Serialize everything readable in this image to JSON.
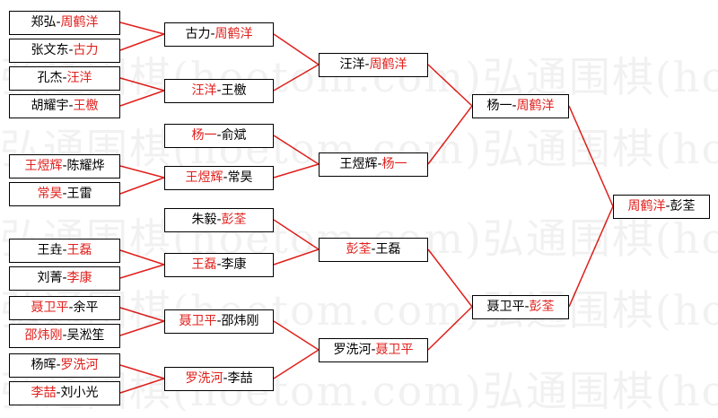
{
  "colors": {
    "winner": "#e0201c",
    "line": "#e0201c",
    "border": "#000000",
    "text": "#000000"
  },
  "watermark": "弘通围棋(hoetom.com)弘通围棋(hoetom.com)弘通围棋",
  "rounds": [
    {
      "name": "r1",
      "matches": [
        {
          "a": "郑弘",
          "b": "周鹤洋",
          "winner": "b"
        },
        {
          "a": "张文东",
          "b": "古力",
          "winner": "b"
        },
        {
          "a": "孔杰",
          "b": "汪洋",
          "winner": "b"
        },
        {
          "a": "胡耀宇",
          "b": "王檄",
          "winner": "b"
        },
        {
          "a": "王煜辉",
          "b": "陈耀烨",
          "winner": "a"
        },
        {
          "a": "常昊",
          "b": "王雷",
          "winner": "a"
        },
        {
          "a": "王垚",
          "b": "王磊",
          "winner": "b"
        },
        {
          "a": "刘菁",
          "b": "李康",
          "winner": "b"
        },
        {
          "a": "聂卫平",
          "b": "余平",
          "winner": "a"
        },
        {
          "a": "邵炜刚",
          "b": "吴淞笙",
          "winner": "a"
        },
        {
          "a": "杨晖",
          "b": "罗洗河",
          "winner": "b"
        },
        {
          "a": "李喆",
          "b": "刘小光",
          "winner": "a"
        }
      ]
    },
    {
      "name": "r2",
      "matches": [
        {
          "a": "古力",
          "b": "周鹤洋",
          "winner": "b"
        },
        {
          "a": "汪洋",
          "b": "王檄",
          "winner": "a"
        },
        {
          "a": "杨一",
          "b": "俞斌",
          "winner": "a"
        },
        {
          "a": "王煜辉",
          "b": "常昊",
          "winner": "a"
        },
        {
          "a": "朱毅",
          "b": "彭荃",
          "winner": "b"
        },
        {
          "a": "王磊",
          "b": "李康",
          "winner": "a"
        },
        {
          "a": "聂卫平",
          "b": "邵炜刚",
          "winner": "a"
        },
        {
          "a": "罗洗河",
          "b": "李喆",
          "winner": "a"
        }
      ]
    },
    {
      "name": "r3",
      "matches": [
        {
          "a": "汪洋",
          "b": "周鹤洋",
          "winner": "b"
        },
        {
          "a": "王煜辉",
          "b": "杨一",
          "winner": "b"
        },
        {
          "a": "彭荃",
          "b": "王磊",
          "winner": "a"
        },
        {
          "a": "罗洗河",
          "b": "聂卫平",
          "winner": "b"
        }
      ]
    },
    {
      "name": "r4",
      "matches": [
        {
          "a": "杨一",
          "b": "周鹤洋",
          "winner": "b"
        },
        {
          "a": "聂卫平",
          "b": "彭荃",
          "winner": "b"
        }
      ]
    },
    {
      "name": "r5",
      "matches": [
        {
          "a": "周鹤洋",
          "b": "彭荃",
          "winner": "a"
        }
      ]
    }
  ]
}
